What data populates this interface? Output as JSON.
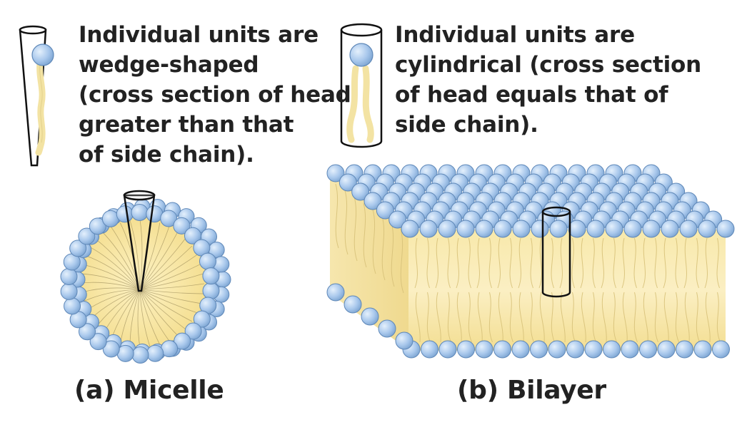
{
  "captions": {
    "wedge": [
      "Individual units are",
      "wedge-shaped",
      "(cross section of head",
      "greater than that",
      "of side chain)."
    ],
    "cylinder": [
      "Individual units are",
      "cylindrical (cross section",
      "of head equals that of",
      "side chain)."
    ]
  },
  "labels": {
    "micelle": "(a) Micelle",
    "bilayer": "(b) Bilayer"
  },
  "colors": {
    "head": "#a9c8ec",
    "head_stroke": "#5f88b8",
    "tail": "#f6e7a9",
    "tail_stroke": "#d9c37a",
    "core": "#fbeaa6",
    "outline": "#111111"
  }
}
